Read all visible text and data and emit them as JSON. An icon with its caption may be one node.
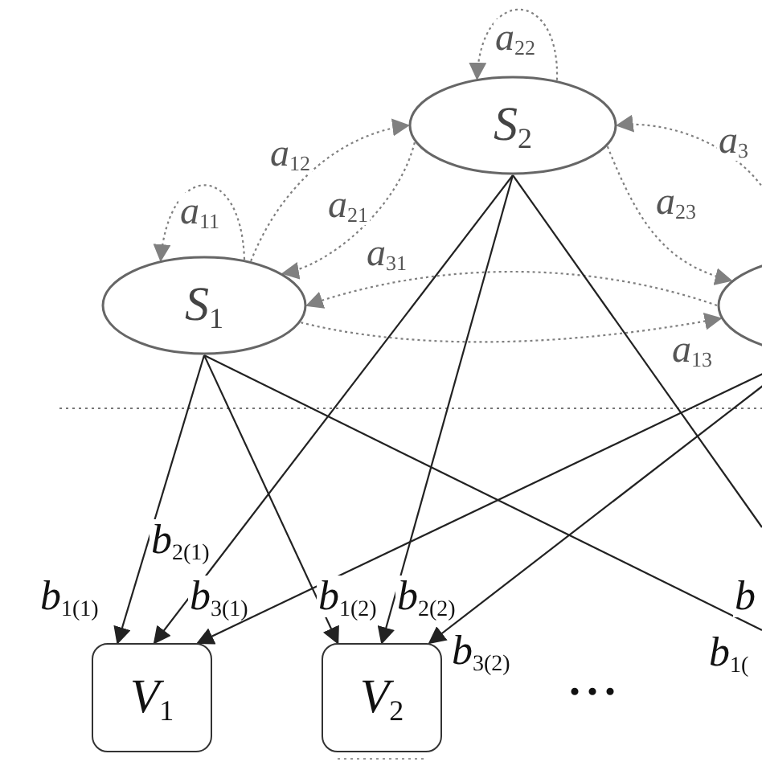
{
  "diagram": {
    "nodes": [
      {
        "text": [
          "S$_{1}$"
        ]
      },
      {
        "text": [
          "S$_{2}$"
        ]
      },
      {
        "text": [],
        "shape": "ellipse"
      },
      {
        "text": [
          "V$_{1}$"
        ]
      },
      {
        "text": [
          "V$_{2}$"
        ]
      }
    ],
    "edges": [
      {
        "from": 0,
        "to": 0,
        "arrow": "to",
        "label": "a$_{11}$",
        "style": "dashed",
        "color": "#808080"
      },
      {
        "from": 0,
        "to": 1,
        "arrow": "to",
        "label": "a$_{12}$",
        "style": "dashed",
        "color": "#808080"
      },
      {
        "from": 1,
        "to": 0,
        "arrow": "to",
        "label": "a$_{21}$",
        "style": "dashed",
        "color": "#808080"
      },
      {
        "from": 1,
        "to": 1,
        "arrow": "to",
        "label": "a$_{22}$",
        "style": "dashed",
        "color": "#808080"
      },
      {
        "from": 1,
        "to": 2,
        "arrow": "to",
        "label": "a$_{23}$",
        "style": "dashed",
        "color": "#808080"
      },
      {
        "from": 2,
        "to": 1,
        "arrow": "to",
        "label": "a$_{3}$",
        "style": "dashed",
        "color": "#808080"
      },
      {
        "from": 2,
        "to": 0,
        "arrow": "to",
        "label": "a$_{31}$",
        "style": "dashed",
        "color": "#808080"
      },
      {
        "from": 0,
        "to": 2,
        "arrow": "to",
        "label": "a$_{13}$",
        "style": "dashed",
        "color": "#808080"
      },
      {
        "from": 0,
        "to": 3,
        "arrow": "to",
        "label": "b$_{1(1)}$",
        "color": "#222222"
      },
      {
        "from": 0,
        "to": 4,
        "arrow": "to",
        "label": "b$_{1(2)}$",
        "color": "#222222"
      },
      {
        "from": 0,
        "to": null,
        "arrow": "none",
        "label": "b$_{1(}$",
        "color": "#222222"
      },
      {
        "from": 1,
        "to": 3,
        "arrow": "to",
        "label": "b$_{2(1)}$",
        "color": "#222222"
      },
      {
        "from": 1,
        "to": 4,
        "arrow": "to",
        "label": "b$_{2(2)}$",
        "color": "#222222"
      },
      {
        "from": 1,
        "to": null,
        "arrow": "none",
        "label": "b",
        "color": "#222222"
      },
      {
        "from": 2,
        "to": 3,
        "arrow": "to",
        "label": "b$_{3(1)}$",
        "color": "#222222"
      },
      {
        "from": 2,
        "to": 4,
        "arrow": "to",
        "label": "b$_{3(2)}$",
        "color": "#222222"
      }
    ],
    "labels": [
      "..."
    ]
  }
}
